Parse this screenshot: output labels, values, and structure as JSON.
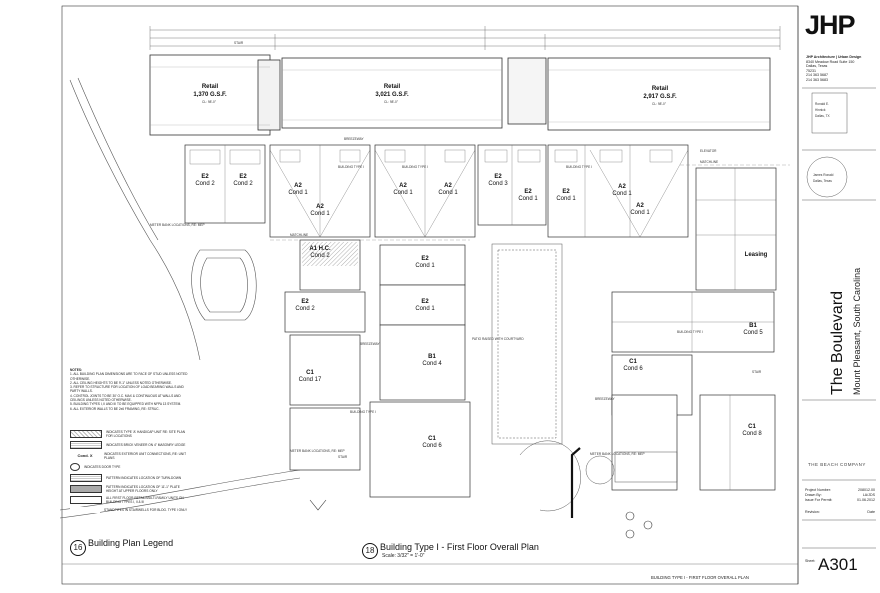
{
  "firm": {
    "logo": "JHP",
    "line1": "JHP Architecture | Urban Design",
    "line2": "8340 Meadow Road   Suite 150",
    "line3": "Dallas, Texas",
    "line4": "75231",
    "line5": "214 363 5687",
    "line6": "214 363 5683",
    "stamp1_line1": "Ronald E.",
    "stamp1_line2": "Hinnick",
    "stamp1_line3": "Dallas, TX",
    "stamp2_line1": "James Ronald",
    "stamp2_line2": "Dallas, Texas"
  },
  "project": {
    "title": "The Boulevard",
    "location": "Mount Pleasant, South Carolina",
    "company": "THE BEACH COMPANY"
  },
  "meta": {
    "project_number_label": "Project Number:",
    "project_number": "208012.00",
    "drawn_by_label": "Drawn By:",
    "drawn_by": "LA/JDS",
    "issue_label": "Issue For Permit:",
    "issue_date": "01.06.2012",
    "revision_label": "Revision:",
    "revision_date_label": "Date",
    "sheet_label": "Sheet:",
    "sheet_number": "A301"
  },
  "footer_caption": "BUILDING TYPE I - FIRST FLOOR OVERALL PLAN",
  "legend": {
    "number": "16",
    "title": "Building Plan Legend",
    "notes_header": "NOTES:",
    "notes": [
      "1. ALL BUILDING PLAN DIMENSIONS ARE TO FACE OF STUD UNLESS NOTED OTHERWISE.",
      "2. ALL CEILING HEIGHTS TO BE 9'-1\" UNLESS NOTED OTHERWISE.",
      "3. REFER TO STRUCTURE FOR LOCATION OF LOAD BEARING WALLS AND PARTY WALLS.",
      "4. CONTROL JOINTS TO BE 30' O.C. MAX & CONTINUOUS AT WALLS AND CEILINGS UNLESS NOTED OTHERWISE.",
      "5. BUILDING TYPES I, II AND III TO BE EQUIPPED WITH NFPA 13 SYSTEM.",
      "6. ALL EXTERIOR WALLS TO BE 2x6 FRAMING, RE: STRUC."
    ],
    "items": [
      "INDICATES TYPE 'A' HANDICAP UNIT RE: SITE PLAN FOR LOCATIONS",
      "INDICATES BRICK VENEER ON 4\" MASONRY LEDGE",
      "INDICATES EXTERIOR UNIT CONNECTIONS, RE: UNIT PLANS",
      "INDICATES DOOR TYPE",
      "PATTERN INDICATES LOCATION OF TURN-DOWN",
      "PATTERN INDICATES LOCATION OF 11'-1\" PLATE HEIGHT AT UPPER FLOORS ONLY",
      "ALL FIRST FLOOR RETAIL/MULTI-FAMILY UNITS ON BUILDING TYPES I, II & III",
      "STANDPIPES IN STAIRWELLS FOR BLDG. TYPE I ONLY"
    ],
    "unit_code": "Cond. X"
  },
  "plan": {
    "number": "18",
    "title": "Building Type I - First Floor Overall Plan",
    "scale": "Scale: 3/32\" = 1'-0\""
  },
  "retail": [
    {
      "name": "Retail",
      "area": "1,370 G.S.F.",
      "cl": "CL: 98'-0\""
    },
    {
      "name": "Retail",
      "area": "3,021 G.S.F.",
      "cl": "CL: 98'-0\""
    },
    {
      "name": "Retail",
      "area": "2,917 G.S.F.",
      "cl": "CL: 98'-0\""
    }
  ],
  "units": [
    {
      "code": "E2",
      "name": "Cond 2"
    },
    {
      "code": "E2",
      "name": "Cond 2"
    },
    {
      "code": "A2",
      "name": "Cond 1"
    },
    {
      "code": "A2",
      "name": "Cond 1"
    },
    {
      "code": "A2",
      "name": "Cond 1"
    },
    {
      "code": "A2",
      "name": "Cond 1"
    },
    {
      "code": "E2",
      "name": "Cond 3"
    },
    {
      "code": "E2",
      "name": "Cond 1"
    },
    {
      "code": "E2",
      "name": "Cond 1"
    },
    {
      "code": "A2",
      "name": "Cond 1"
    },
    {
      "code": "A2",
      "name": "Cond 1"
    },
    {
      "code": "A1 H.C.",
      "name": "Cond 2"
    },
    {
      "code": "E2",
      "name": "Cond 1"
    },
    {
      "code": "E2",
      "name": "Cond 2"
    },
    {
      "code": "E2",
      "name": "Cond 1"
    },
    {
      "code": "B1",
      "name": "Cond 4"
    },
    {
      "code": "C1",
      "name": "Cond 17"
    },
    {
      "code": "C1",
      "name": "Cond 6"
    },
    {
      "code": "B1",
      "name": "Cond 5"
    },
    {
      "code": "C1",
      "name": "Cond 6"
    },
    {
      "code": "C1",
      "name": "Cond 8"
    },
    {
      "code": "",
      "name": "Leasing"
    }
  ],
  "labels": {
    "stair": "STAIR",
    "breezeway": "BREEZEWAY",
    "building_type": "BUILDING TYPE I",
    "matchline": "MATCHLINE",
    "elevator": "ELEVATOR",
    "meter_bank": "METER BANK LOCATIONS, RE: MEP",
    "patio": "PATIO RAISED WITH COURTYARD"
  }
}
